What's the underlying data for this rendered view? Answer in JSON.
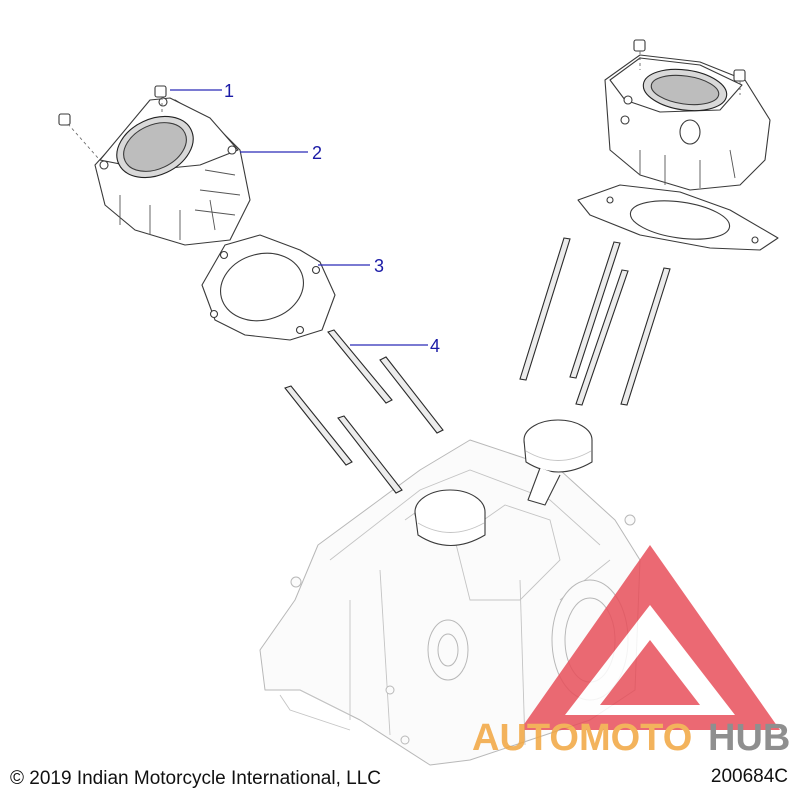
{
  "callouts": [
    {
      "number": "1"
    },
    {
      "number": "2"
    },
    {
      "number": "3"
    },
    {
      "number": "4"
    }
  ],
  "footer": {
    "copyright": "© 2019 Indian Motorcycle International, LLC",
    "diagram_code": "200684C"
  },
  "watermark": {
    "text_part1": "AUTOMOTO",
    "text_part2": "HUB",
    "color_orange": "#f2a640",
    "color_grey": "#7c7c7c",
    "color_red": "#e8505b"
  }
}
